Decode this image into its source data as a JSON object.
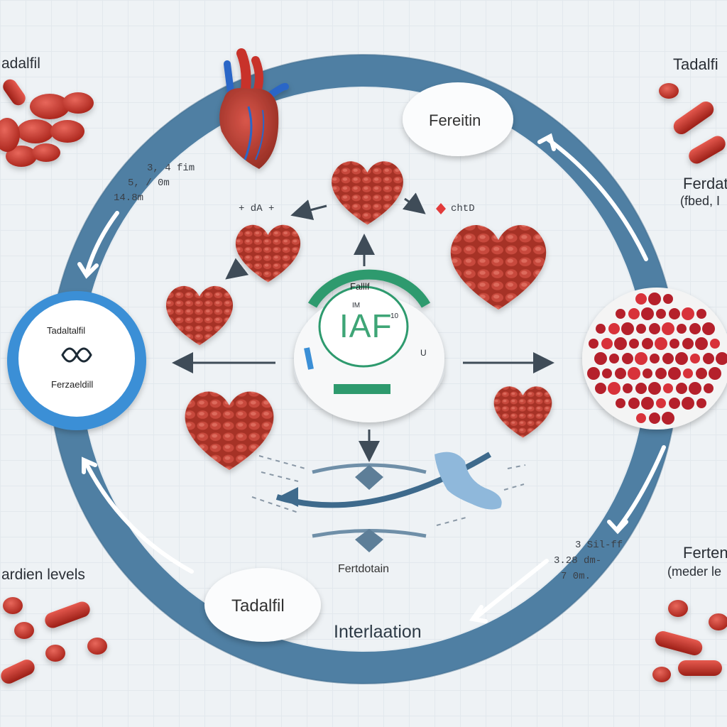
{
  "nodes": {
    "top": "Fereitin",
    "bottom": "Tadalfil",
    "left_top": "Tadaltalfil",
    "left_bottom": "Ferzaeldill",
    "center_ring": "Falllf",
    "center_logo": "IAF",
    "center_small_a": "IM",
    "center_small_b": "10",
    "center_small_c": "U"
  },
  "labels": {
    "bottom_arc": "Interlaation",
    "center_bottom": "Fertdotain",
    "left_numbers": [
      "3, 4 fim",
      "5, / 0m",
      "14.8m"
    ],
    "center_left_tag": "+ dA +",
    "center_right_tag": "chtD",
    "right_numbers": [
      "3 Sil-ff",
      "3.28 dm-",
      "7 0m."
    ]
  },
  "corners": {
    "top_left": "adalfil",
    "top_right": "Tadalfi",
    "right_mid": "Ferdat",
    "right_mid_sub": "(fbed, I",
    "bottom_left": "ardien levels",
    "bottom_right": "Ferten",
    "bottom_right_sub": "(meder le"
  },
  "colors": {
    "ring": "#4f7fa3",
    "ring_dark": "#3e6a8c",
    "accent_blue": "#3a8fd6",
    "pill_red": "#c9372c",
    "heart_red": "#b83a2c",
    "green": "#2f9a6e"
  },
  "icons": [
    "heart-organ-icon",
    "pill-icon",
    "capsule-icon",
    "arrow-icon",
    "molecule-icon"
  ]
}
